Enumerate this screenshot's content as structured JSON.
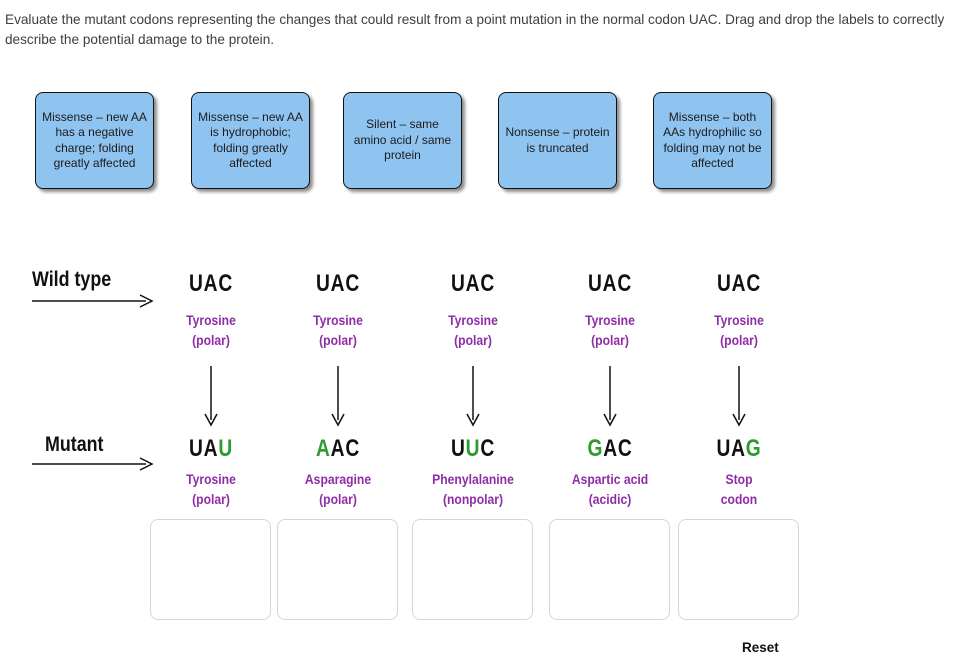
{
  "instructions": "Evaluate the mutant codons representing the changes that could result from a point mutation in the normal codon UAC. Drag and drop the labels to correctly describe the potential damage to the protein.",
  "colors": {
    "label_background": "#8fc3f0",
    "mutation_green": "#2d9b2d",
    "amino_acid_purple": "#8e2da6",
    "text_black": "#111111",
    "instruction_gray": "#3e3e3e",
    "dropzone_border": "#d6d6d6"
  },
  "drag_labels": [
    {
      "text": "Missense – new AA has a negative charge; folding greatly affected"
    },
    {
      "text": "Missense – new AA is hydrophobic; folding greatly affected"
    },
    {
      "text": "Silent – same amino acid / same protein"
    },
    {
      "text": "Nonsense – protein is truncated"
    },
    {
      "text": "Missense – both AAs hydrophilic so folding may not be affected"
    }
  ],
  "rows": {
    "wild_label": "Wild type",
    "mutant_label": "Mutant"
  },
  "columns": [
    {
      "wild_codon": "UAC",
      "wild_aa": "Tyrosine",
      "wild_prop": "(polar)",
      "mutant_letters": [
        {
          "ch": "U",
          "color": "black"
        },
        {
          "ch": "A",
          "color": "black"
        },
        {
          "ch": "U",
          "color": "green"
        }
      ],
      "mutant_aa": "Tyrosine",
      "mutant_prop": "(polar)"
    },
    {
      "wild_codon": "UAC",
      "wild_aa": "Tyrosine",
      "wild_prop": "(polar)",
      "mutant_letters": [
        {
          "ch": "A",
          "color": "green"
        },
        {
          "ch": "A",
          "color": "black"
        },
        {
          "ch": "C",
          "color": "black"
        }
      ],
      "mutant_aa": "Asparagine",
      "mutant_prop": "(polar)"
    },
    {
      "wild_codon": "UAC",
      "wild_aa": "Tyrosine",
      "wild_prop": "(polar)",
      "mutant_letters": [
        {
          "ch": "U",
          "color": "black"
        },
        {
          "ch": "U",
          "color": "green"
        },
        {
          "ch": "C",
          "color": "black"
        }
      ],
      "mutant_aa": "Phenylalanine",
      "mutant_prop": "(nonpolar)"
    },
    {
      "wild_codon": "UAC",
      "wild_aa": "Tyrosine",
      "wild_prop": "(polar)",
      "mutant_letters": [
        {
          "ch": "G",
          "color": "green"
        },
        {
          "ch": "A",
          "color": "black"
        },
        {
          "ch": "C",
          "color": "black"
        }
      ],
      "mutant_aa": "Aspartic acid",
      "mutant_prop": "(acidic)"
    },
    {
      "wild_codon": "UAC",
      "wild_aa": "Tyrosine",
      "wild_prop": "(polar)",
      "mutant_letters": [
        {
          "ch": "U",
          "color": "black"
        },
        {
          "ch": "A",
          "color": "black"
        },
        {
          "ch": "G",
          "color": "green"
        }
      ],
      "mutant_aa": "Stop",
      "mutant_prop": "codon"
    }
  ],
  "reset_label": "Reset"
}
